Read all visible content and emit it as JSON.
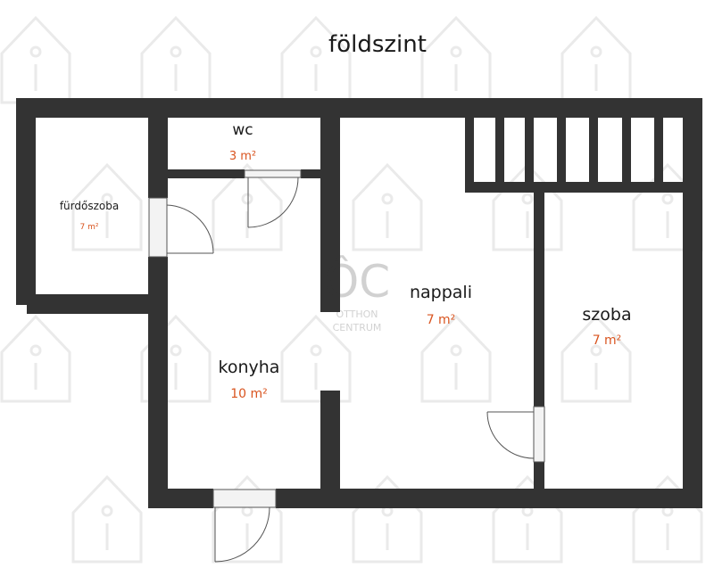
{
  "floor_title": "földszint",
  "watermark": {
    "line1": "OTTHON",
    "line2": "CENTRUM",
    "monogram": "ÔC"
  },
  "colors": {
    "wall": "#333333",
    "area": "#d9541f",
    "text": "#1a1a1a"
  },
  "rooms": {
    "wc": {
      "name": "wc",
      "area": "3 m²"
    },
    "bathroom": {
      "name": "fürdőszoba",
      "area": "7 m²"
    },
    "kitchen": {
      "name": "konyha",
      "area": "10 m²"
    },
    "living": {
      "name": "nappali",
      "area": "7 m²"
    },
    "room": {
      "name": "szoba",
      "area": "7 m²"
    }
  }
}
